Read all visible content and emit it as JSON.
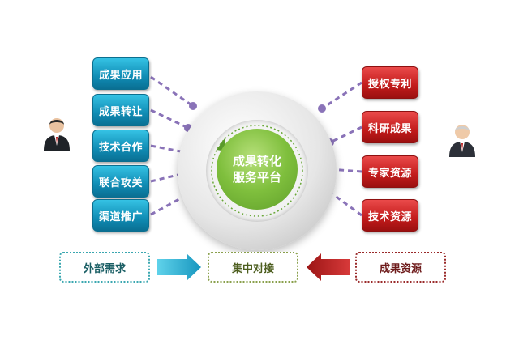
{
  "center": {
    "label": "成果转化服务平台"
  },
  "left_items": [
    {
      "label": "成果应用"
    },
    {
      "label": "成果转让"
    },
    {
      "label": "技术合作"
    },
    {
      "label": "联合攻关"
    },
    {
      "label": "渠道推广"
    }
  ],
  "right_items": [
    {
      "label": "授权专利"
    },
    {
      "label": "科研成果"
    },
    {
      "label": "专家资源"
    },
    {
      "label": "技术资源"
    }
  ],
  "bottom_flow": [
    {
      "label": "外部需求"
    },
    {
      "label": "集中对接"
    },
    {
      "label": "成果资源"
    }
  ],
  "colors": {
    "left_box": "#1396bf",
    "right_box": "#c41e1e",
    "center": "#7fbf3d",
    "connector": "#8a73b8",
    "left_arrow": "#2aa7c9",
    "right_arrow": "#b52222"
  },
  "icons": {
    "left_person": "businessman-icon",
    "right_person": "businessman-icon"
  }
}
